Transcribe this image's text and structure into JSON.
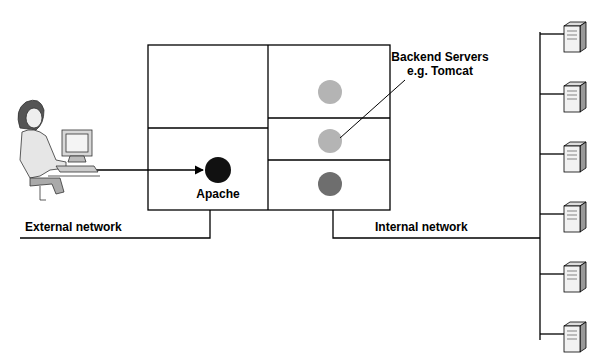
{
  "diagram": {
    "nodes": [
      {
        "text": [
          "Apache"
        ]
      }
    ],
    "labels": [
      "Backend Servers e.g. Tomcat",
      "External network",
      "Internal network"
    ]
  }
}
